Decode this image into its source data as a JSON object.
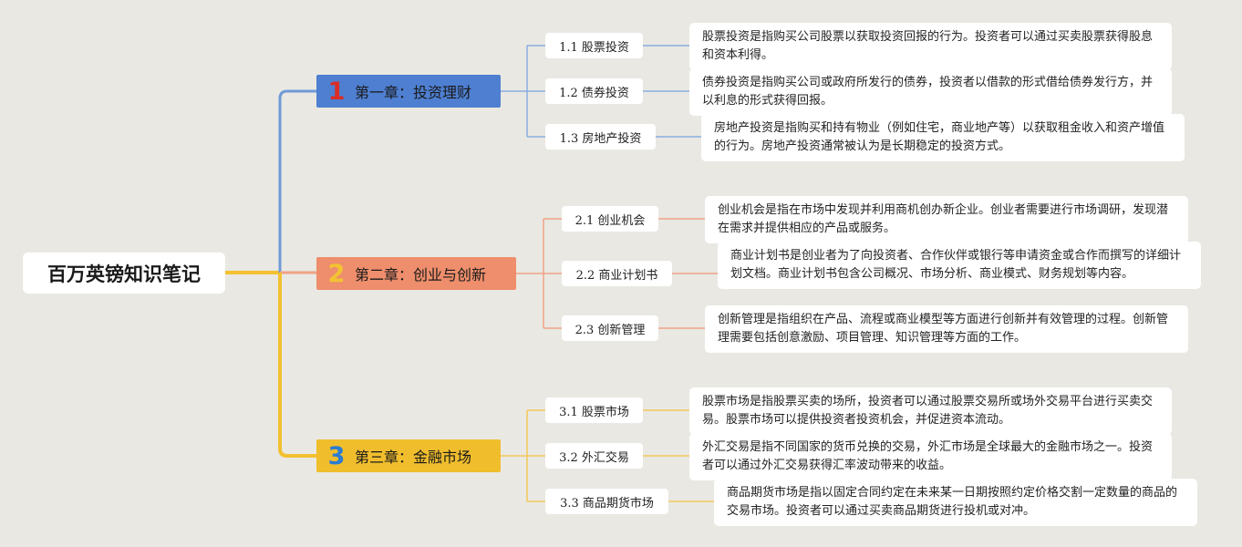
{
  "colors": {
    "background": "#e9e8e2",
    "root_link": "#f2c030",
    "chapter1": "#4e7fd1",
    "chapter1_link": "#6f9ad8",
    "chapter1_number": "#d92e27",
    "chapter2": "#ee8e6c",
    "chapter2_link": "#efa286",
    "chapter2_number": "#f3c332",
    "chapter3": "#f0bd2d",
    "chapter3_link": "#f2c85a",
    "chapter3_number": "#2b7cd2"
  },
  "root": {
    "label": "百万英镑知识笔记"
  },
  "chapters": [
    {
      "number": "1",
      "title": "第一章：投资理财",
      "topics": [
        {
          "label": "1.1 股票投资",
          "description": "股票投资是指购买公司股票以获取投资回报的行为。投资者可以通过买卖股票获得股息和资本利得。"
        },
        {
          "label": "1.2 债券投资",
          "description": "债券投资是指购买公司或政府所发行的债券，投资者以借款的形式借给债券发行方，并以利息的形式获得回报。"
        },
        {
          "label": "1.3 房地产投资",
          "description": "房地产投资是指购买和持有物业（例如住宅，商业地产等）以获取租金收入和资产增值的行为。房地产投资通常被认为是长期稳定的投资方式。"
        }
      ]
    },
    {
      "number": "2",
      "title": "第二章：创业与创新",
      "topics": [
        {
          "label": "2.1 创业机会",
          "description": "创业机会是指在市场中发现并利用商机创办新企业。创业者需要进行市场调研，发现潜在需求并提供相应的产品或服务。"
        },
        {
          "label": "2.2 商业计划书",
          "description": "商业计划书是创业者为了向投资者、合作伙伴或银行等申请资金或合作而撰写的详细计划文档。商业计划书包含公司概况、市场分析、商业模式、财务规划等内容。"
        },
        {
          "label": "2.3 创新管理",
          "description": "创新管理是指组织在产品、流程或商业模型等方面进行创新并有效管理的过程。创新管理需要包括创意激励、项目管理、知识管理等方面的工作。"
        }
      ]
    },
    {
      "number": "3",
      "title": "第三章：金融市场",
      "topics": [
        {
          "label": "3.1 股票市场",
          "description": "股票市场是指股票买卖的场所，投资者可以通过股票交易所或场外交易平台进行买卖交易。股票市场可以提供投资者投资机会，并促进资本流动。"
        },
        {
          "label": "3.2 外汇交易",
          "description": "外汇交易是指不同国家的货币兑换的交易，外汇市场是全球最大的金融市场之一。投资者可以通过外汇交易获得汇率波动带来的收益。"
        },
        {
          "label": "3.3 商品期货市场",
          "description": "商品期货市场是指以固定合同约定在未来某一日期按照约定价格交割一定数量的商品的交易市场。投资者可以通过买卖商品期货进行投机或对冲。"
        }
      ]
    }
  ]
}
